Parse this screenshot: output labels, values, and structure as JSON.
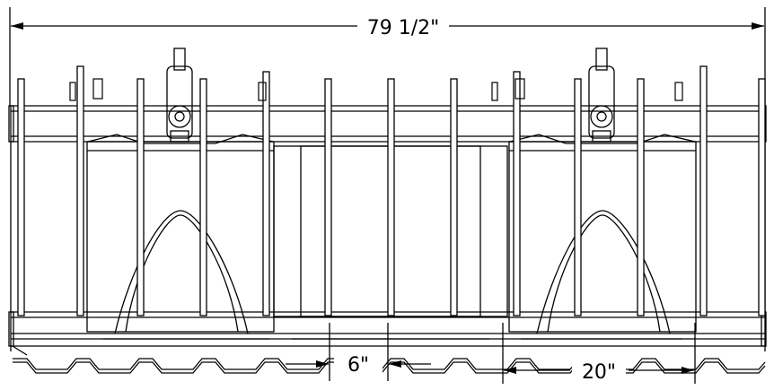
{
  "dimensions": {
    "overall_width": "79 1/2\"",
    "tine_spacing": "6\"",
    "grapple_width": "20\""
  },
  "colors": {
    "line": "#000000",
    "background": "#ffffff"
  }
}
